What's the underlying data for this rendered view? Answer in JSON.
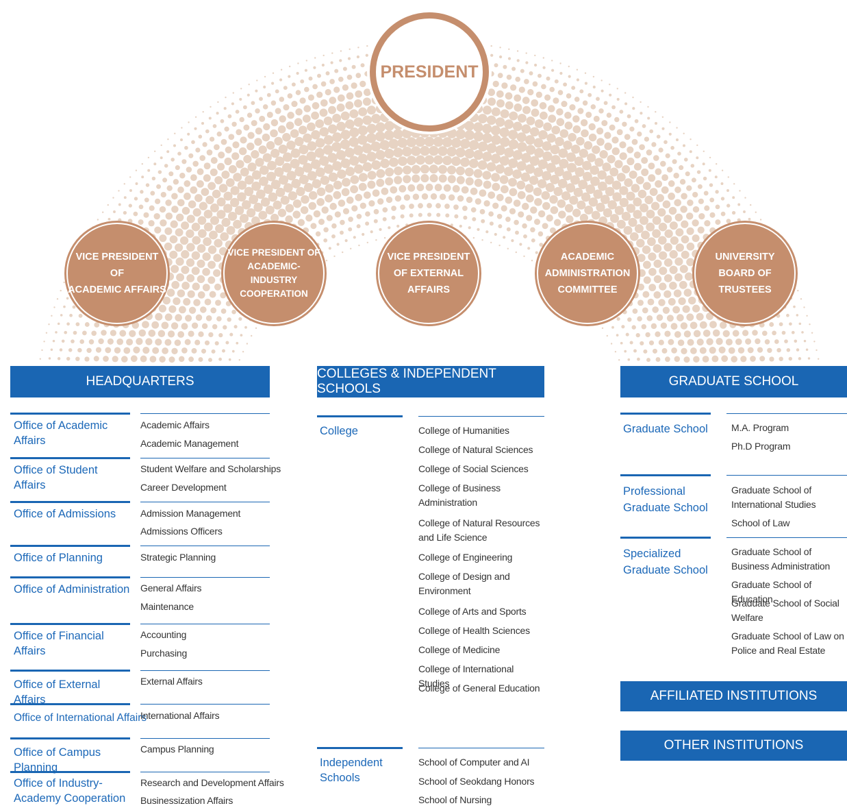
{
  "president": "PRESIDENT",
  "vice_presidents": [
    "VICE PRESIDENT OF\nACADEMIC AFFAIRS",
    "VICE PRESIDENT OF\nACADEMIC-INDUSTRY\nCOOPERATION",
    "VICE PRESIDENT\nOF EXTERNAL\nAFFAIRS",
    "ACADEMIC\nADMINISTRATION\nCOMMITTEE",
    "UNIVERSITY\nBOARD OF\nTRUSTEES"
  ],
  "headquarters": {
    "title": "HEADQUARTERS",
    "offices": [
      {
        "name": "Office of Academic Affairs",
        "items": [
          "Academic Affairs",
          "Academic Management"
        ]
      },
      {
        "name": "Office of Student Affairs",
        "items": [
          "Student Welfare and Scholarships",
          "Career Development"
        ]
      },
      {
        "name": "Office of Admissions",
        "items": [
          "Admission Management",
          "Admissions Officers"
        ]
      },
      {
        "name": "Office of Planning",
        "items": [
          "Strategic Planning"
        ]
      },
      {
        "name": "Office of Administration",
        "items": [
          "General Affairs",
          "Maintenance"
        ]
      },
      {
        "name": "Office of Financial Affairs",
        "items": [
          "Accounting",
          "Purchasing"
        ]
      },
      {
        "name": "Office of External Affairs",
        "items": [
          "External Affairs"
        ]
      },
      {
        "name": "Office of International Affairs",
        "items": [
          "International Affairs"
        ]
      },
      {
        "name": "Office of Campus Planning",
        "items": [
          "Campus Planning"
        ]
      },
      {
        "name": "Office of Industry-Academy Cooperation",
        "items": [
          "Research and Development Affairs",
          "Businessization Affairs"
        ]
      }
    ]
  },
  "colleges": {
    "title": "COLLEGES & INDEPENDENT SCHOOLS",
    "college_label": "College",
    "college_items": [
      "College of Humanities",
      "College of Natural Sciences",
      "College of Social Sciences",
      "College of Business Administration",
      "College of Natural Resources and Life Science",
      "College of Engineering",
      "College of Design and Environment",
      "College of Arts and Sports",
      "College of Health Sciences",
      "College of Medicine",
      "College of International Studies",
      "College of General Education"
    ],
    "independent_label": "Independent Schools",
    "independent_items": [
      "School of Computer and AI",
      "School of Seokdang Honors",
      "School of Nursing"
    ]
  },
  "graduate": {
    "title": "GRADUATE SCHOOL",
    "groups": [
      {
        "name": "Graduate School",
        "items": [
          "M.A. Program",
          "Ph.D Program"
        ]
      },
      {
        "name": "Professional Graduate School",
        "items": [
          "Graduate School of International Studies",
          "School of Law"
        ]
      },
      {
        "name": "Specialized Graduate School",
        "items": [
          "Graduate School of Business Administration",
          "Graduate School of Education",
          "Graduate School of Social Welfare",
          "Graduate School of Law on Police and Real Estate"
        ]
      }
    ]
  },
  "affiliated_title": "AFFILIATED INSTITUTIONS",
  "other_title": "OTHER INSTITUTIONS",
  "colors": {
    "accent": "#1a66b3",
    "bronze": "#c58e6d",
    "dots": "#e7d3c3"
  }
}
